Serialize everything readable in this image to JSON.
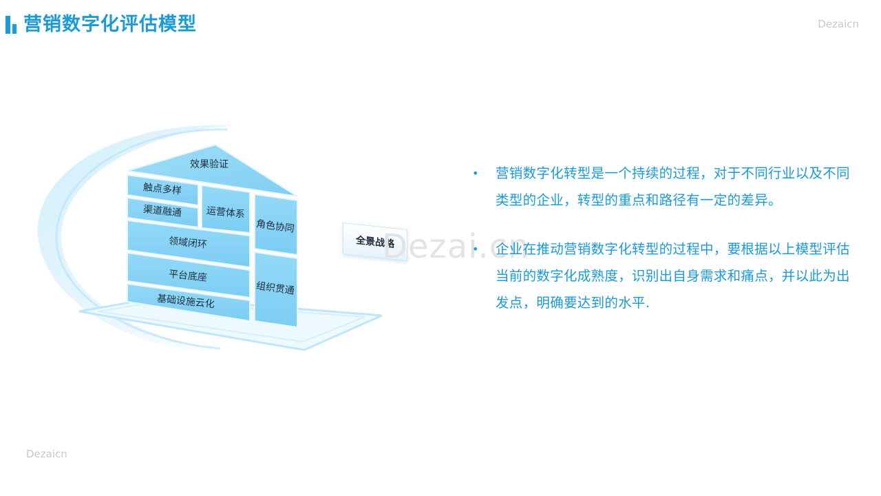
{
  "header": {
    "title": "营销数字化评估模型",
    "watermark_top": "Dezaicn"
  },
  "footer": {
    "watermark": "Dezaicn"
  },
  "center_watermark": "Dezai.cn",
  "model": {
    "roof": "效果验证",
    "left_blocks": [
      "触点多样",
      "渠道融通",
      "领域闭环",
      "平台底座",
      "基础设施云化"
    ],
    "middle_block": "运营体系",
    "right_blocks": [
      "角色协同",
      "组织贯通"
    ],
    "strategy": "全景战略"
  },
  "bullets": [
    "营销数字化转型是一个持续的过程，对于不同行业以及不同类型的企业，转型的重点和路径有一定的差异。",
    "企业在推动营销数字化转型的过程中，要根据以上模型评估当前的数字化成熟度，识别出自身需求和痛点，并以此为出发点，明确要达到的水平."
  ],
  "colors": {
    "accent": "#1a9ad6",
    "block_fill": "#86d4f7",
    "ring": "#bfe6fa"
  }
}
